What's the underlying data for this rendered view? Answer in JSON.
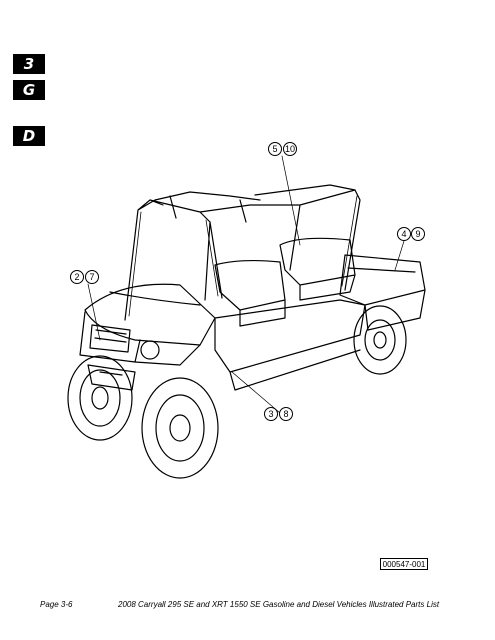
{
  "section_tabs": [
    "3",
    "G",
    "D"
  ],
  "callouts": [
    "5",
    "10",
    "4",
    "9",
    "2",
    "7",
    "3",
    "8"
  ],
  "figure_id": "000547-001",
  "footer": {
    "page": "Page 3-6",
    "title": "2008 Carryall 295 SE and XRT 1550 SE Gasoline and Diesel Vehicles Illustrated Parts List"
  }
}
